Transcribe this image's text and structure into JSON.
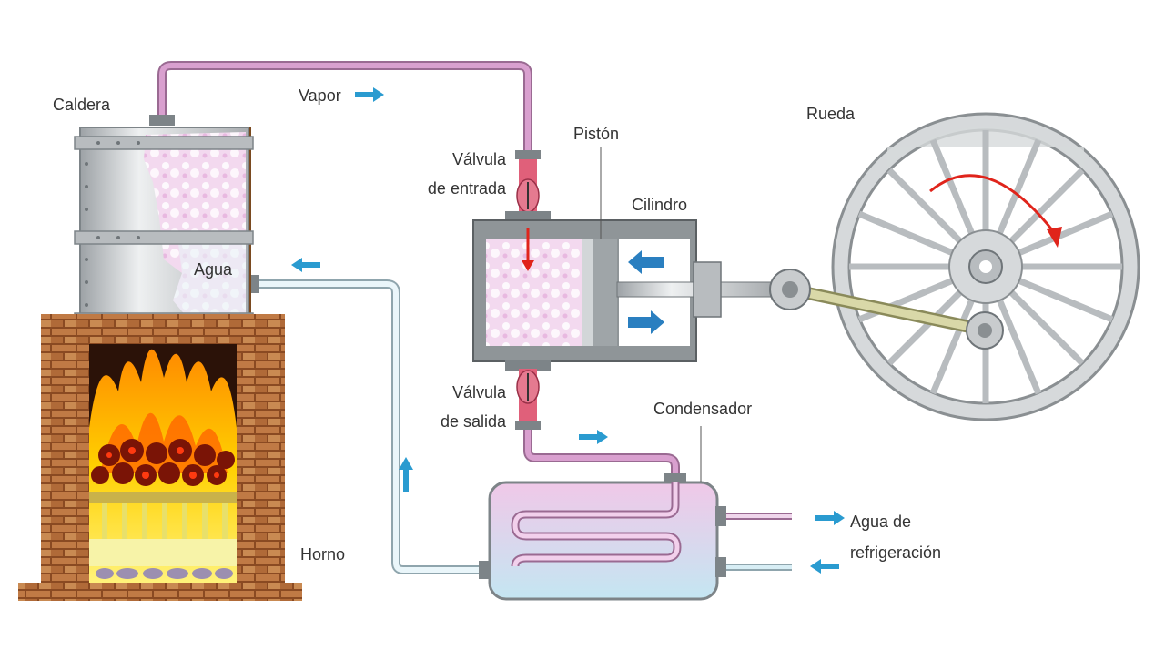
{
  "labels": {
    "caldera": "Caldera",
    "vapor": "Vapor",
    "agua": "Agua",
    "horno": "Horno",
    "valvula_entrada_1": "Válvula",
    "valvula_entrada_2": "de entrada",
    "piston": "Pistón",
    "cilindro": "Cilindro",
    "rueda": "Rueda",
    "valvula_salida_1": "Válvula",
    "valvula_salida_2": "de salida",
    "condensador": "Condensador",
    "agua_refrigeracion_1": "Agua de",
    "agua_refrigeracion_2": "refrigeración"
  },
  "colors": {
    "steam_pipe": "#d9a0cf",
    "water_pipe": "#d8eef5",
    "flow_arrow": "#2a9bd0",
    "rotation_arrow": "#e0241b",
    "brick": "#b5652e",
    "metal": "#c9ccce"
  }
}
